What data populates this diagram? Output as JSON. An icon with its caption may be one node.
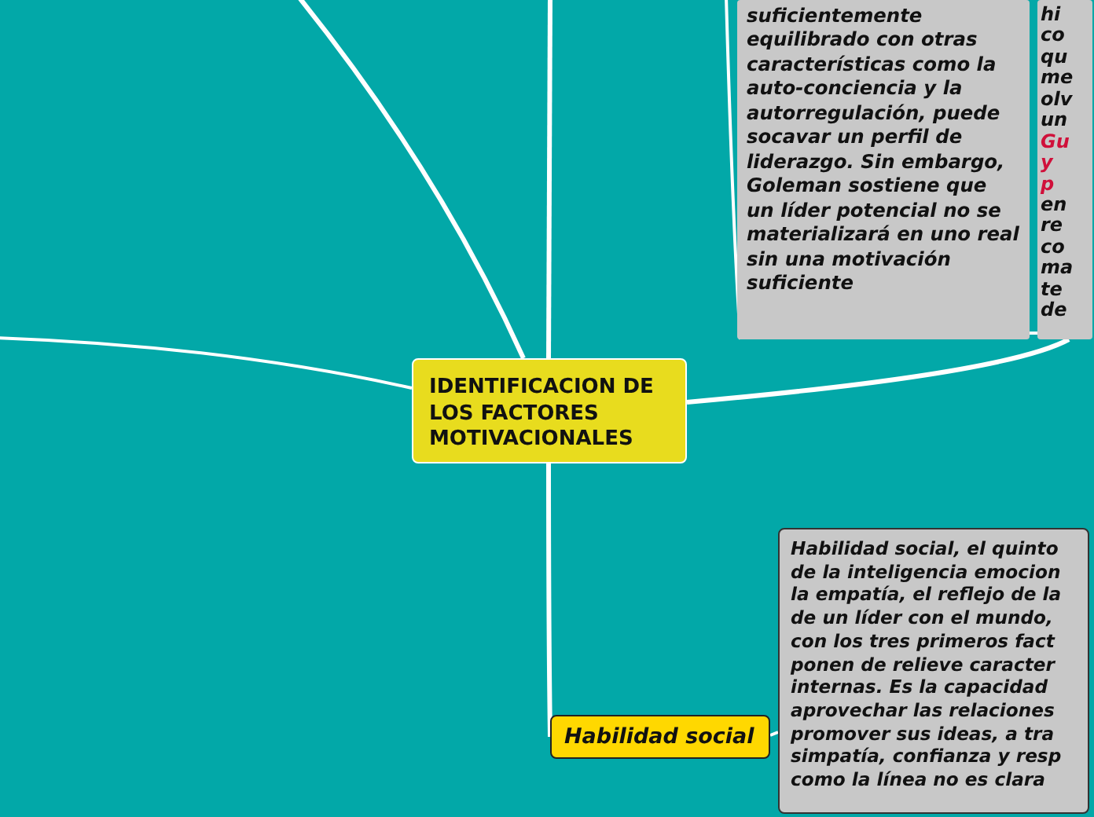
{
  "diagram": {
    "nodes": [
      {
        "text": [
          "IDENTIFICACION DE LOS FACTORES MOTIVACIONALES"
        ]
      },
      {
        "text": [
          "suficientemente equilibrado con otras características como la auto-conciencia y la autorregulación, puede socavar un perfil de liderazgo. Sin embargo, Goleman sostiene que un líder potencial no se materializará en uno real sin una motivación suficiente"
        ]
      },
      {
        "text": [
          "hi co qu me olv un",
          "Gu y p",
          "en re co ma te de"
        ]
      },
      {
        "text": [
          "Habilidad social"
        ]
      },
      {
        "text": [
          "Habilidad social, el quinto de la inteligencia emocion la empatía, el reflejo de la de un líder con el mundo, con los tres primeros fact ponen de relieve caracter internas. Es la capacidad aprovechar las relaciones promover sus ideas, a tra simpatía, confianza y resp como la línea no es clara"
        ]
      }
    ],
    "edges": [
      {
        "from": 0,
        "to": null,
        "arrow": "none"
      },
      {
        "from": 0,
        "to": null,
        "arrow": "none"
      },
      {
        "from": 0,
        "to": null,
        "arrow": "none"
      },
      {
        "from": 0,
        "to": 2,
        "arrow": "none"
      },
      {
        "from": 0,
        "to": 3,
        "arrow": "none"
      },
      {
        "from": 3,
        "to": 4,
        "arrow": "none"
      },
      {
        "from": null,
        "to": 1,
        "arrow": "none"
      },
      {
        "from": 1,
        "to": 2,
        "arrow": "none"
      }
    ]
  }
}
